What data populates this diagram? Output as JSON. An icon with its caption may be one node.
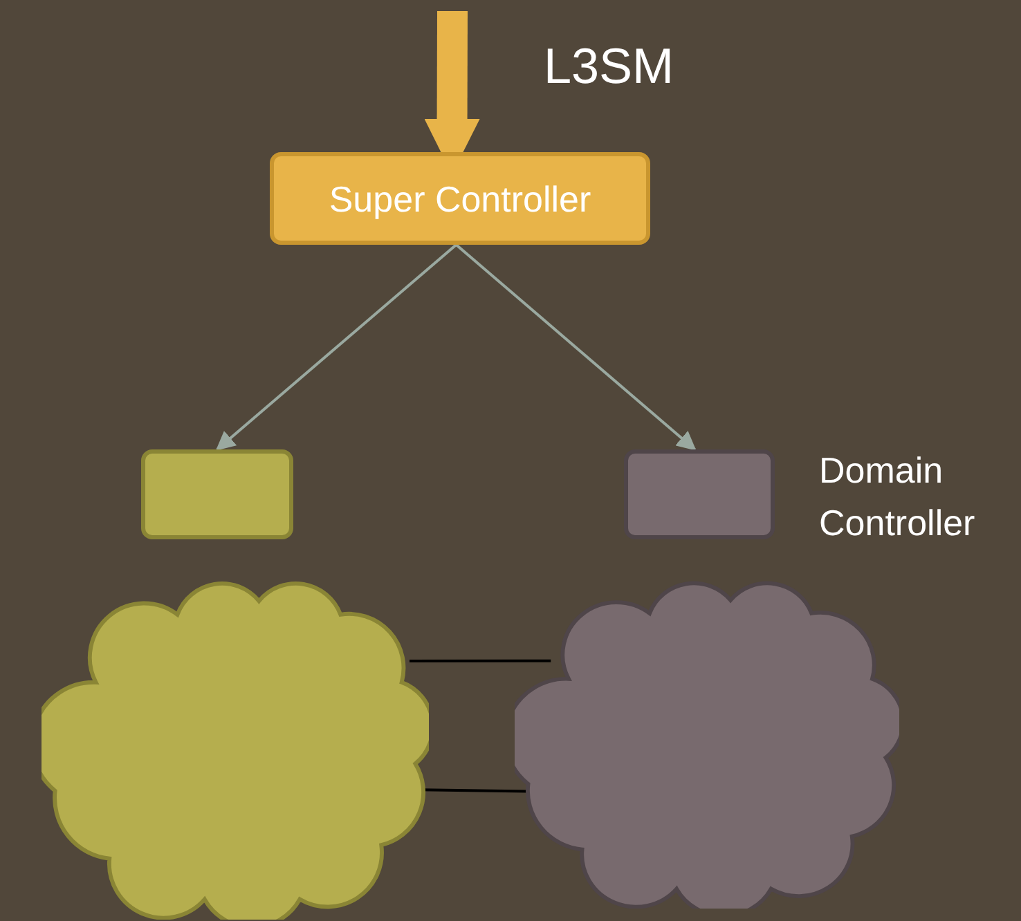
{
  "diagram": {
    "nodes": [
      {
        "text": [
          "Super Controller"
        ]
      },
      {
        "text": [],
        "shape": "box"
      },
      {
        "text": [],
        "shape": "box",
        "beside": [
          "Domain Controller"
        ]
      },
      {
        "text": [],
        "shape": "cloud"
      },
      {
        "text": [],
        "shape": "cloud"
      }
    ],
    "edges": [
      {
        "from": null,
        "to": 0,
        "arrow": "to",
        "label": "L3SM",
        "style": "thick",
        "color": "#e8b449"
      },
      {
        "from": 0,
        "to": 1,
        "arrow": "to"
      },
      {
        "from": 0,
        "to": 2,
        "arrow": "to"
      },
      {
        "from": 3,
        "to": 4,
        "arrow": "none",
        "color": "#000000"
      },
      {
        "from": 3,
        "to": 4,
        "arrow": "none",
        "color": "#000000"
      }
    ]
  }
}
